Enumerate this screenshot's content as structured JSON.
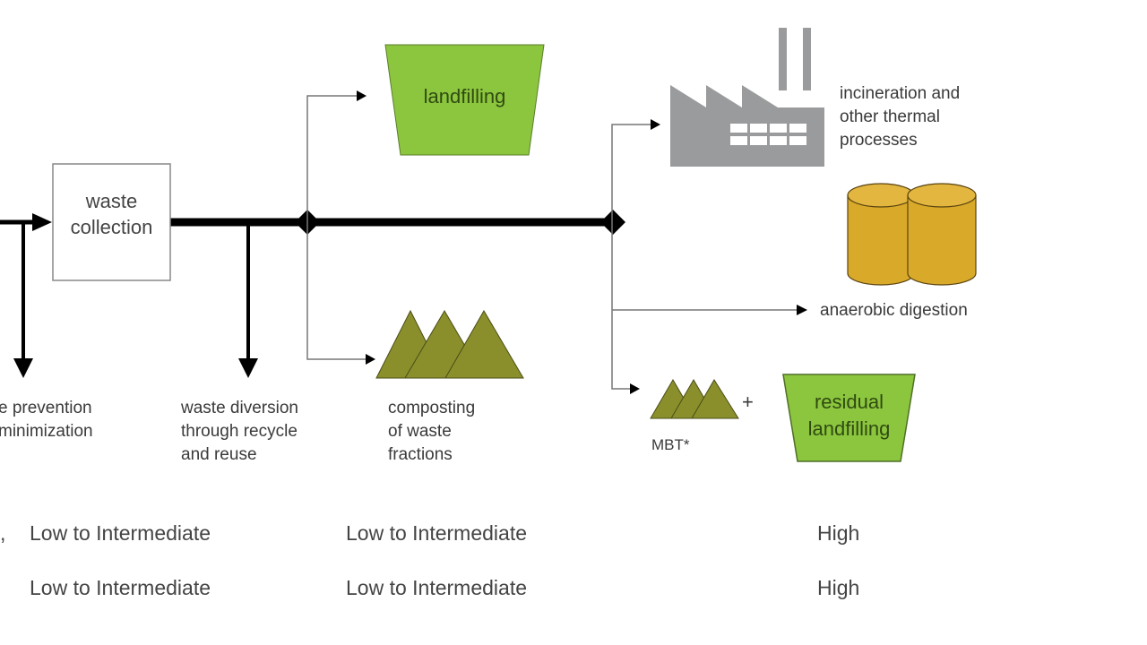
{
  "nodes": {
    "waste_collection": "waste\ncollection",
    "landfilling": "landfilling",
    "incineration": "incineration and\nother thermal\nprocesses",
    "anaerobic_digestion": "anaerobic digestion",
    "composting": "composting\nof waste\nfractions",
    "mbt": "MBT*",
    "plus": "+",
    "residual_landfilling": "residual\nlandfilling",
    "prevention": "e prevention\nminimization",
    "diversion": "waste diversion\nthrough recycle\nand reuse"
  },
  "rows": [
    {
      "prefix": ",",
      "cells": [
        "Low to Intermediate",
        "Low to Intermediate",
        "High"
      ]
    },
    {
      "prefix": "",
      "cells": [
        "Low to Intermediate",
        "Low to Intermediate",
        "High"
      ]
    }
  ],
  "colors": {
    "landfill_green": "#8cc63f",
    "compost_olive": "#8a8f2c",
    "factory_gray": "#9a9b9d",
    "digester_gold": "#d9a92a",
    "line": "#000000",
    "thin_line": "#777777"
  }
}
